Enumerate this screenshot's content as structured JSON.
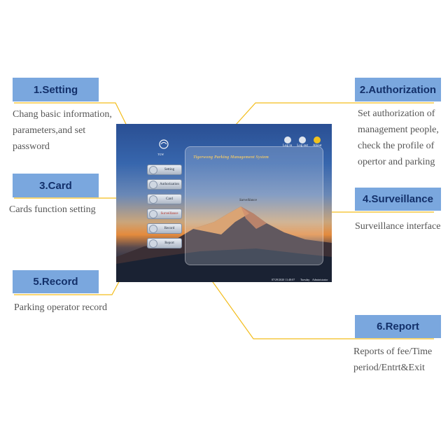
{
  "callouts": {
    "setting": {
      "title": "1.Setting",
      "desc": [
        "Chang basic information,",
        "parameters,and set",
        "password"
      ]
    },
    "authorization": {
      "title": "2.Authorization",
      "desc": [
        "Set authorization of",
        "management people,",
        "check the profile of",
        "opertor and parking"
      ]
    },
    "card": {
      "title": "3.Card",
      "desc": [
        "Cards function setting"
      ]
    },
    "surveillance": {
      "title": "4.Surveillance",
      "desc": [
        "Surveillance interface"
      ]
    },
    "record": {
      "title": "5.Record",
      "desc": [
        "Parking operator record"
      ]
    },
    "report": {
      "title": "6.Report",
      "desc": [
        "Reports of fee/Time",
        "period/Entrt&Exit"
      ]
    }
  },
  "screen": {
    "app_title": "Tigerwong Parking Management System",
    "logo_text": "TGW",
    "center_label": "Surveillance",
    "menu": [
      "Setting",
      "Authorization",
      "Card",
      "Surveillance",
      "Record",
      "Report"
    ],
    "top_icons": [
      "Log in",
      "Log out",
      "About"
    ],
    "status": {
      "datetime": "07/29/2020  11:48:07",
      "day": "Tuesday",
      "user": "Administrator"
    }
  },
  "colors": {
    "accent": "#f3bd1c",
    "title_bg": "#7aa7de",
    "title_text": "#13306a"
  }
}
